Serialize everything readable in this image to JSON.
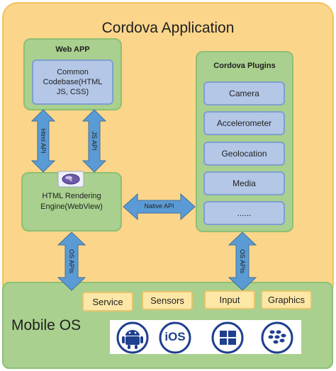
{
  "cordova": {
    "title": "Cordova Application",
    "web_app": {
      "title": "Web APP",
      "codebase": "Common Codebase(HTML JS, CSS)"
    },
    "rendering_engine": "HTML Rendering Engine(WebView)",
    "plugins": {
      "title": "Cordova Plugins",
      "items": [
        "Camera",
        "Accelerometer",
        "Geolocation",
        "Media",
        "......"
      ]
    },
    "arrows": {
      "html_api": "Html API",
      "js_api": "JS API",
      "native_api": "Native API",
      "os_apis_left": "OS APIs",
      "os_apis_right": "OS APIs"
    }
  },
  "mobile_os": {
    "title": "Mobile OS",
    "services": [
      "Service",
      "Sensors",
      "Input",
      "Graphics"
    ],
    "platforms": [
      "android-icon",
      "ios-logo",
      "windows-logo",
      "blackberry-logo"
    ],
    "platform_labels": {
      "ios": "iOS"
    }
  },
  "colors": {
    "cordova_bg": "#fbd58a",
    "green": "#a9d08e",
    "blue_box": "#b4c7e7",
    "arrow": "#5b9bd5",
    "os_logo_blue": "#1f3f8f"
  }
}
